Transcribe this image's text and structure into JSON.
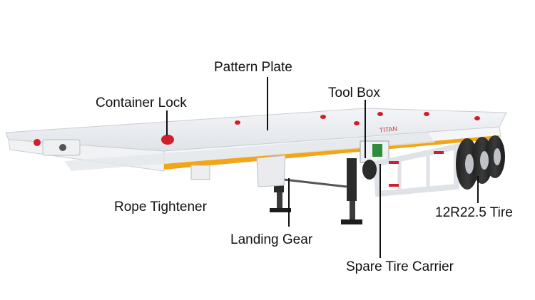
{
  "labels": {
    "pattern_plate": "Pattern Plate",
    "container_lock": "Container Lock",
    "tool_box": "Tool Box",
    "rope_tightener": "Rope Tightener",
    "landing_gear": "Landing Gear",
    "spare_tire_carrier": "Spare Tire Carrier",
    "tire": "12R22.5 Tire"
  },
  "brand_mark": "TITAN",
  "colors": {
    "deck": "#e9ecef",
    "side_rail": "#f3f4f6",
    "stripe_yellow": "#f2a516",
    "reflector_red": "#d11e2a",
    "tire": "#2b2b2b",
    "leader_line": "#111111"
  }
}
